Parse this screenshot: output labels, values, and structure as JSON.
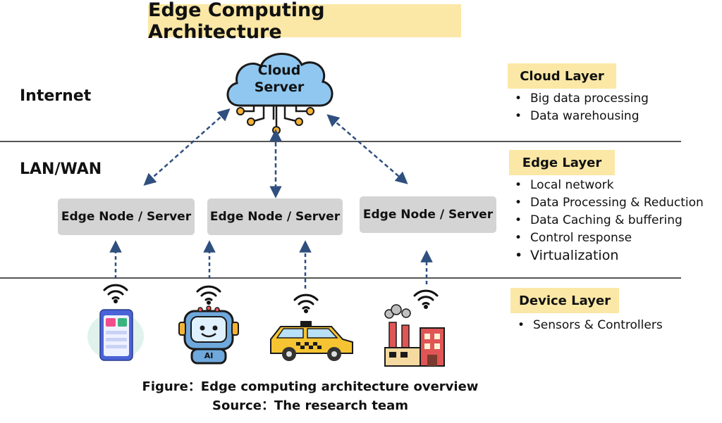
{
  "title": "Edge Computing Architecture",
  "zones": {
    "internet": "Internet",
    "lan_wan": "LAN/WAN"
  },
  "cloud": {
    "line1": "Cloud",
    "line2": "Server"
  },
  "edge_nodes": [
    {
      "label": "Edge Node / Server"
    },
    {
      "label": "Edge Node / Server"
    },
    {
      "label": "Edge Node / Server"
    }
  ],
  "layers": {
    "cloud": {
      "label": "Cloud Layer",
      "items": [
        "Big data processing",
        "Data warehousing"
      ]
    },
    "edge": {
      "label": "Edge Layer",
      "items": [
        "Local network",
        "Data Processing & Reduction",
        "Data Caching & buffering",
        "Control response",
        "Virtualization"
      ]
    },
    "device": {
      "label": "Device Layer",
      "items": [
        "Sensors & Controllers"
      ]
    }
  },
  "devices": [
    {
      "icon": "smartphone-icon"
    },
    {
      "icon": "ai-robot-icon",
      "badge": "AI"
    },
    {
      "icon": "taxi-icon"
    },
    {
      "icon": "factory-icon"
    }
  ],
  "caption": {
    "line1": "Figure：Edge computing architecture overview",
    "line2": "Source：The research team"
  },
  "colors": {
    "highlight": "#fbe8a6",
    "node": "#d4d4d4",
    "cloud_fill": "#8fc7f0",
    "arrow": "#2f4f7f",
    "circuit_node": "#f5b335"
  }
}
